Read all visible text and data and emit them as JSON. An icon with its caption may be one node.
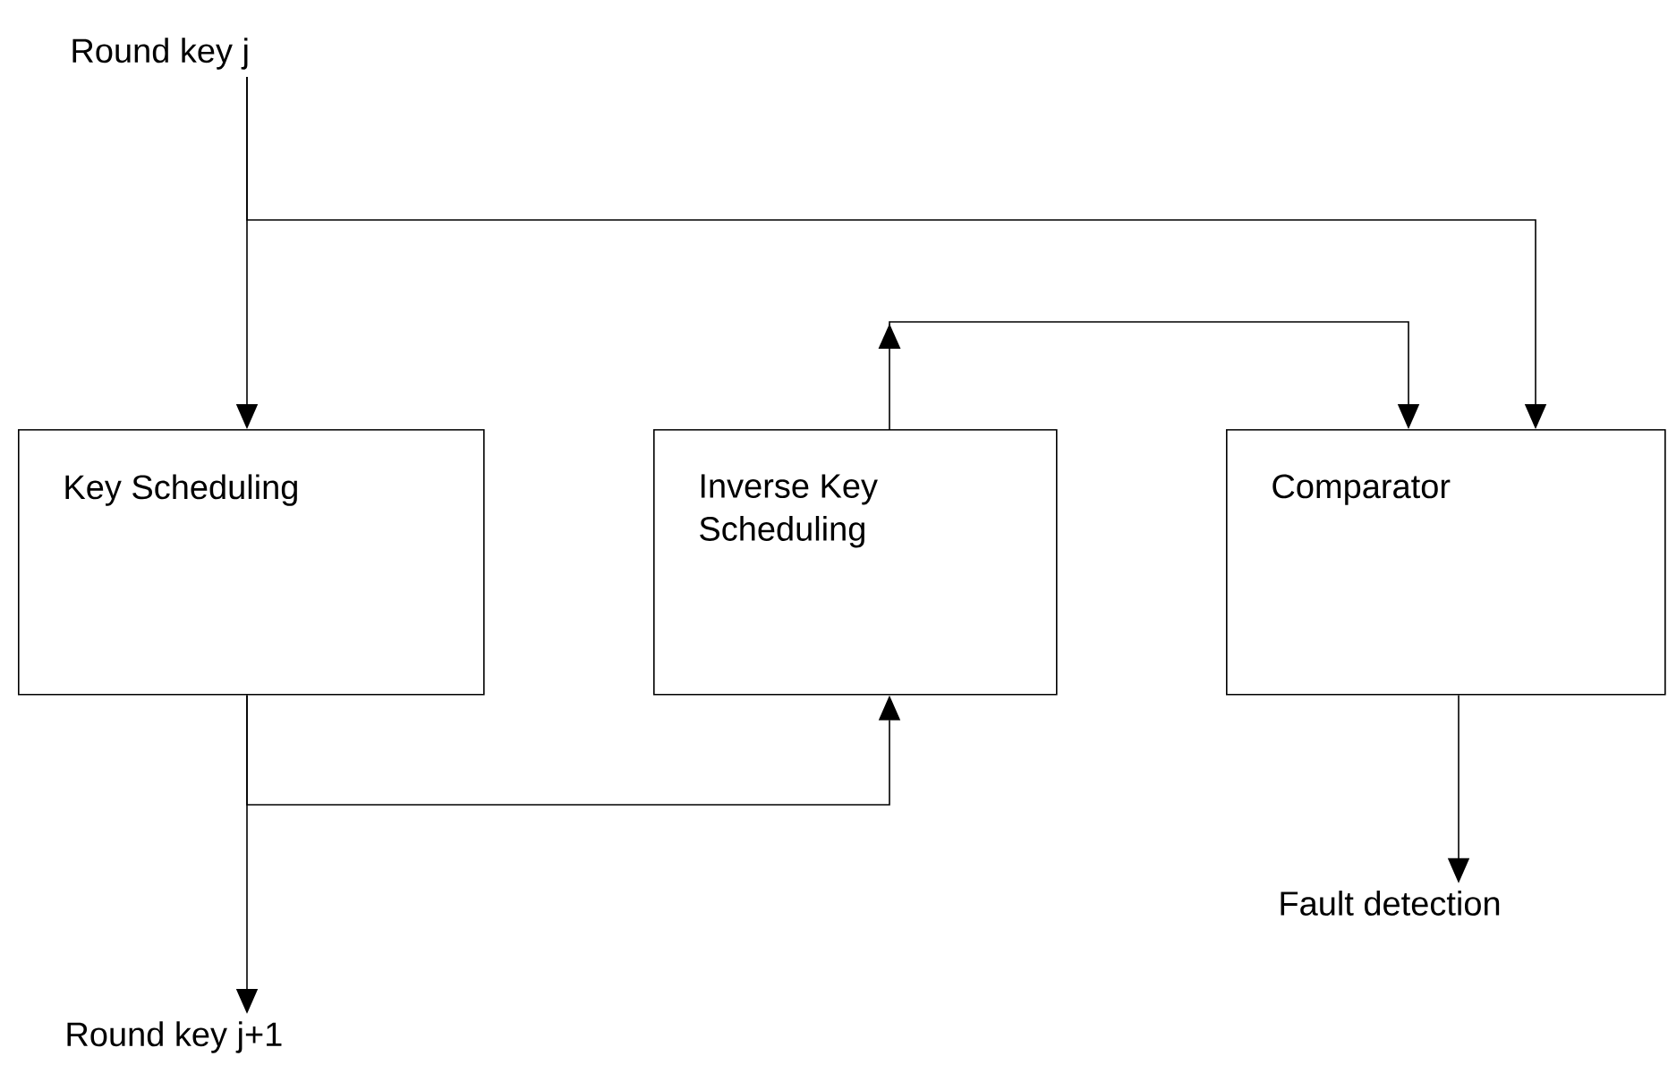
{
  "diagram": {
    "nodes": [
      {
        "text": [
          "Round key j"
        ]
      },
      {
        "text": [
          "Key Scheduling"
        ]
      },
      {
        "text": [
          "Inverse Key Scheduling"
        ]
      },
      {
        "text": [
          "Comparator"
        ]
      },
      {
        "text": [
          "Fault detection"
        ]
      },
      {
        "text": [
          "Round key j+1"
        ]
      }
    ],
    "edges": [
      {
        "from": 0,
        "to": 1,
        "arrow": "to"
      },
      {
        "from": 0,
        "to": 3,
        "arrow": "to"
      },
      {
        "from": 2,
        "to": 3,
        "arrow": "to"
      },
      {
        "from": 1,
        "to": 2,
        "arrow": "to"
      },
      {
        "from": 1,
        "to": 5,
        "arrow": "to"
      },
      {
        "from": 3,
        "to": 4,
        "arrow": "to"
      }
    ]
  }
}
